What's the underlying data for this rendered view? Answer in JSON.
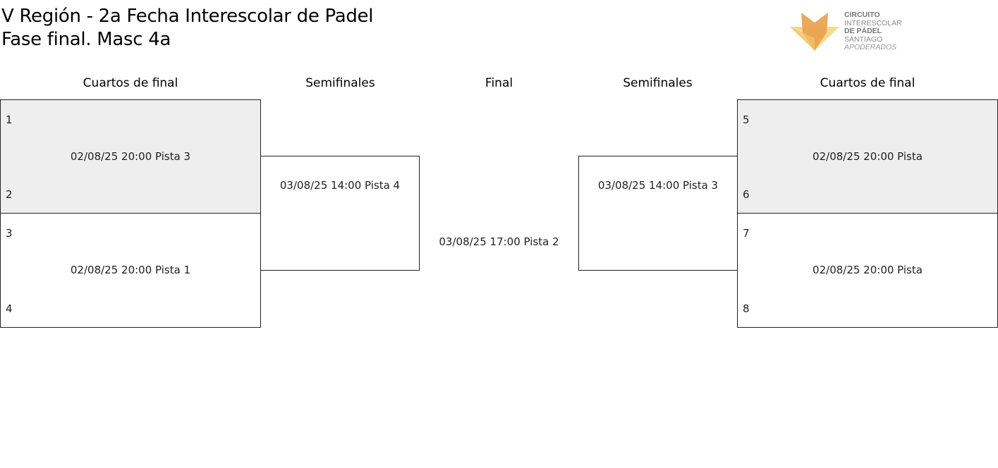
{
  "header": {
    "title_line1": "V Región - 2a Fecha Interescolar de Padel",
    "title_line2": "Fase final. Masc 4a"
  },
  "logo": {
    "icon": "fox-logo-icon",
    "line1": "CIRCUITO",
    "line2": "INTERESCOLAR",
    "line3": "DE PÁDEL",
    "line4": "SANTIAGO",
    "line5": "APODERADOS",
    "colors": {
      "orange": "#e8a04a",
      "yellow": "#f7d98b"
    }
  },
  "rounds": {
    "left_quarters": "Cuartos de final",
    "left_semis": "Semifinales",
    "final": "Final",
    "right_semis": "Semifinales",
    "right_quarters": "Cuartos de final"
  },
  "matches": {
    "qf1": {
      "seed_top": "1",
      "seed_bottom": "2",
      "info": "02/08/25 20:00 Pista 3"
    },
    "qf2": {
      "seed_top": "3",
      "seed_bottom": "4",
      "info": "02/08/25 20:00 Pista 1"
    },
    "qf3": {
      "seed_top": "5",
      "seed_bottom": "6",
      "info": "02/08/25 20:00 Pista"
    },
    "qf4": {
      "seed_top": "7",
      "seed_bottom": "8",
      "info": "02/08/25 20:00 Pista"
    },
    "sf1": {
      "info": "03/08/25 14:00 Pista 4"
    },
    "sf2": {
      "info": "03/08/25 14:00 Pista 3"
    },
    "final": {
      "info": "03/08/25 17:00 Pista 2"
    }
  },
  "colors": {
    "shaded_match": "#eeeeee",
    "border": "#222222"
  }
}
